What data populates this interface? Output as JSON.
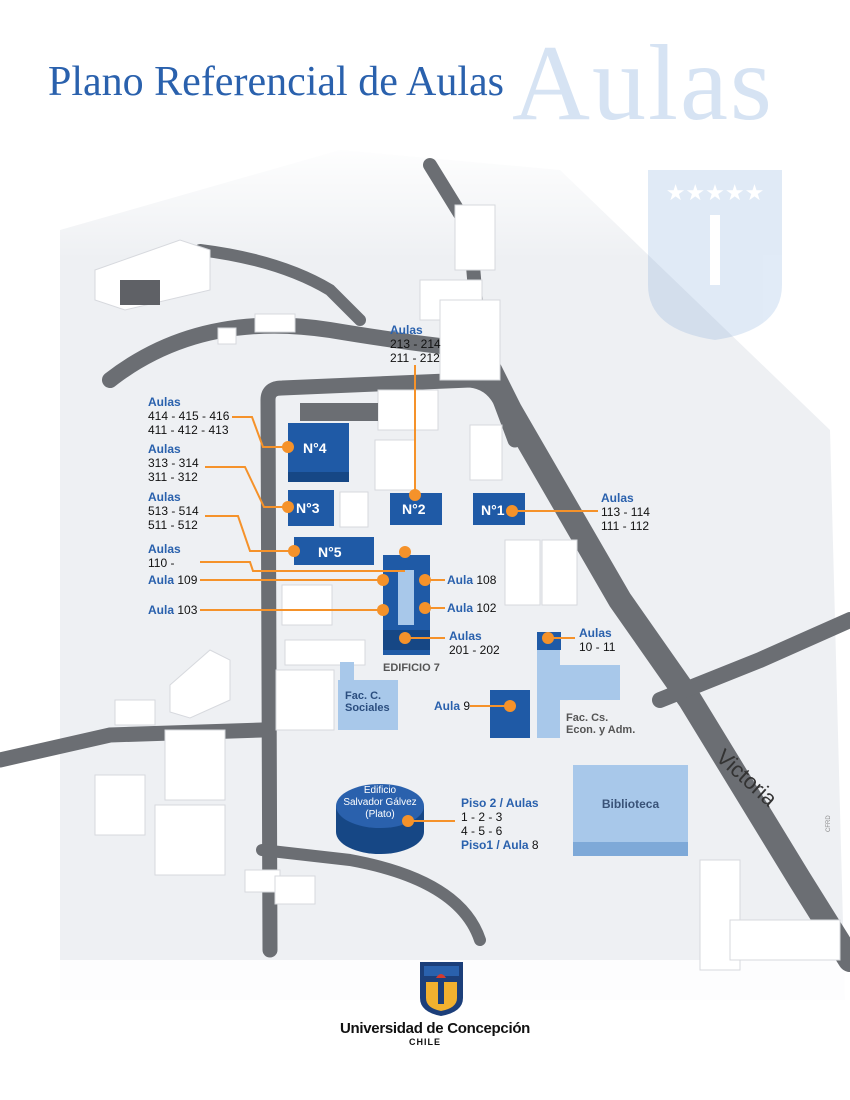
{
  "title": "Plano Referencial de Aulas",
  "title_watermark": "Aulas",
  "colors": {
    "accent": "#2a61ad",
    "dark_building": "#1f5aa6",
    "light_building": "#a8c8ea",
    "road": "#6b6e73",
    "ground": "#f1f2f4"
  },
  "labels": {
    "n4": {
      "head": "Aulas",
      "l1": "414 - 415 - 416",
      "l2": "411 - 412 - 413"
    },
    "n3": {
      "head": "Aulas",
      "l1": "313 - 314",
      "l2": "311 - 312"
    },
    "n5": {
      "head": "Aulas",
      "l1": "513 - 514",
      "l2": "511 - 512"
    },
    "a110": {
      "head": "Aulas",
      "l1": "110 -"
    },
    "a109": {
      "head": "Aula",
      "num": "109"
    },
    "a103": {
      "head": "Aula",
      "num": "103"
    },
    "n2": {
      "head": "Aulas",
      "l1": "213 - 214",
      "l2": "211 - 212"
    },
    "n1": {
      "head": "Aulas",
      "l1": "113 - 114",
      "l2": "111 - 112"
    },
    "a108": {
      "head": "Aula",
      "num": "108"
    },
    "a102": {
      "head": "Aula",
      "num": "102"
    },
    "a201": {
      "head": "Aulas",
      "l1": "201 - 202"
    },
    "a10": {
      "head": "Aulas",
      "l1": "10 - 11"
    },
    "a9": {
      "head": "Aula",
      "num": "9"
    },
    "plato": {
      "head": "Piso 2 / Aulas",
      "l1": "1 - 2 - 3",
      "l2": "4 - 5 - 6",
      "piso1": "Piso1 / Aula",
      "piso1_num": "8"
    }
  },
  "buildings": {
    "n4": "N°4",
    "n3": "N°3",
    "n2": "N°2",
    "n1": "N°1",
    "n5": "N°5"
  },
  "places": {
    "edificio7": "EDIFICIO 7",
    "fac_sociales_1": "Fac. C.",
    "fac_sociales_2": "Sociales",
    "fac_econ_1": "Fac. Cs.",
    "fac_econ_2": "Econ. y Adm.",
    "plato_1": "Edificio",
    "plato_2": "Salvador Gálvez",
    "plato_3": "(Plato)",
    "biblioteca": "Biblioteca"
  },
  "street": "Victoria",
  "logo": {
    "name": "Universidad de Concepción",
    "country": "CHILE"
  },
  "credit": "CFRD"
}
